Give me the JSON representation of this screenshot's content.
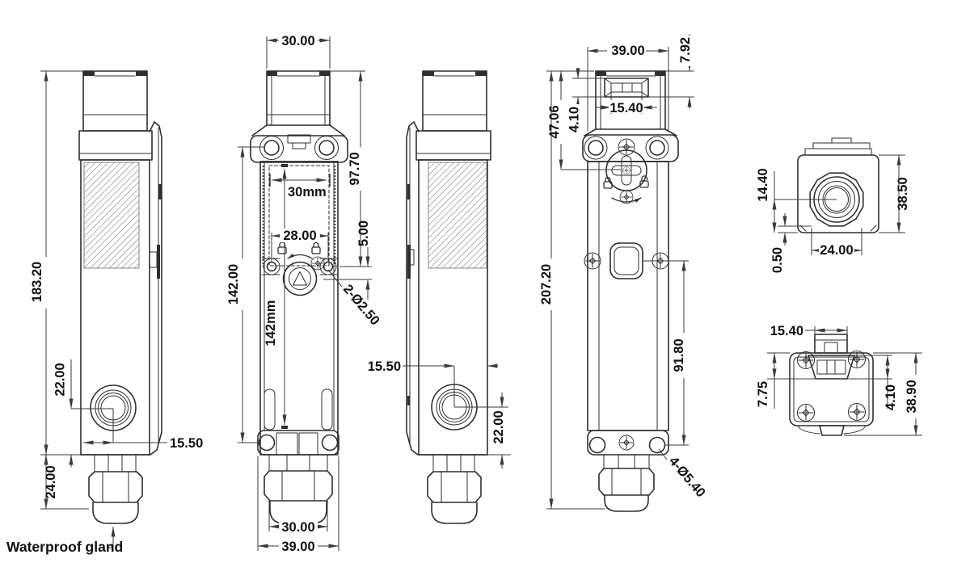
{
  "colors": {
    "background": "#ffffff",
    "line": "#2f2f2f",
    "dimension": "#3a3a3a",
    "text": "#101010"
  },
  "views": {
    "side_left": {
      "dims": {
        "overall_height": "183.20",
        "button_offset_v": "22.00",
        "button_offset_h": "15.50",
        "gland_length": "24.00"
      },
      "callout_waterproof_gland": "Waterproof gland"
    },
    "front": {
      "dims": {
        "head_width": "30.00",
        "head_to_tab_holes": "97.70",
        "slot_width_note": "30mm",
        "tab_hole_spacing": "28.00",
        "tab_to_button": "5.00",
        "mount_hole_spacing": "142.00",
        "mount_hole_spacing_note": "142mm",
        "tab_hole_diameter": "2-Ø2.50",
        "gland_width": "30.00",
        "body_width": "39.00"
      }
    },
    "side_right": {
      "dims": {
        "button_offset_h": "15.50",
        "button_offset_v": "22.00"
      }
    },
    "back": {
      "dims": {
        "body_width": "39.00",
        "slot_height": "7.92",
        "slot_width": "15.40",
        "head_to_release": "47.06",
        "slot_offset": "4.10",
        "overall_height": "207.20",
        "window_to_mount_hole": "91.80",
        "mount_hole_diameter": "4-Ø5.40"
      }
    },
    "bottom_view": {
      "dims": {
        "center_to_edge": "14.40",
        "body_depth": "38.50",
        "edge_gap": "0.50",
        "nut_width": "24.00"
      }
    },
    "top_view": {
      "dims": {
        "slot_width": "15.40",
        "slot_offset_left": "7.75",
        "slot_offset_right": "4.10",
        "body_depth": "38.90"
      }
    }
  }
}
